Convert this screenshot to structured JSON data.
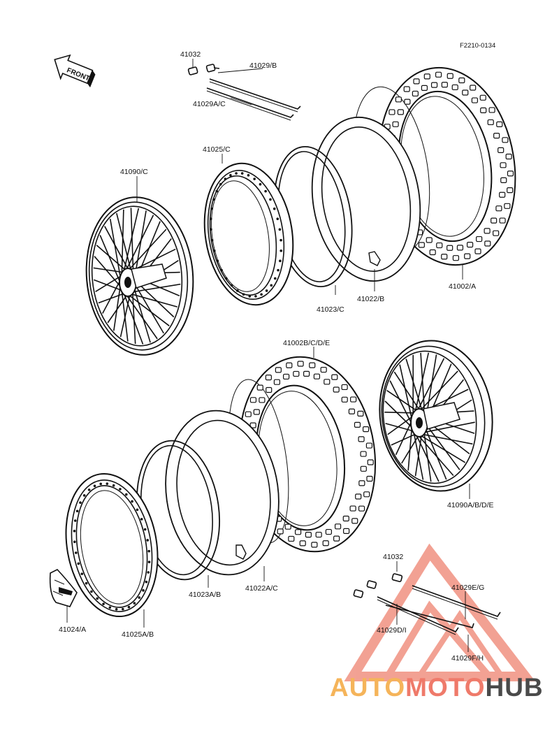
{
  "diagram_code": "F2210-0134",
  "front_label": "FRONT",
  "parts": {
    "nipple_top": "41032",
    "spoke_b": "41029/B",
    "spoke_ac": "41029A/C",
    "rim_top": "41025/C",
    "wheel_top": "41090/C",
    "tire_top": "41002/A",
    "band_top": "41023/C",
    "tube_top": "41022/B",
    "tire_bottom": "41002B/C/D/E",
    "wheel_bottom": "41090A/B/D/E",
    "band_bottom": "41023A/B",
    "tube_bottom": "41022A/C",
    "rim_lock": "41024/A",
    "rim_bottom": "41025A/B",
    "nipple_bottom": "41032",
    "spoke_eg": "41029E/G",
    "spoke_di": "41029D/I",
    "spoke_fh": "41029F/H"
  },
  "watermark": {
    "part1": "AUTO",
    "part2": "MOTO",
    "part3": "HUB",
    "color_auto": "#f5b45a",
    "color_moto": "#ef7a6a",
    "color_hub": "#4a4a4a",
    "color_logo": "#e8563c"
  }
}
